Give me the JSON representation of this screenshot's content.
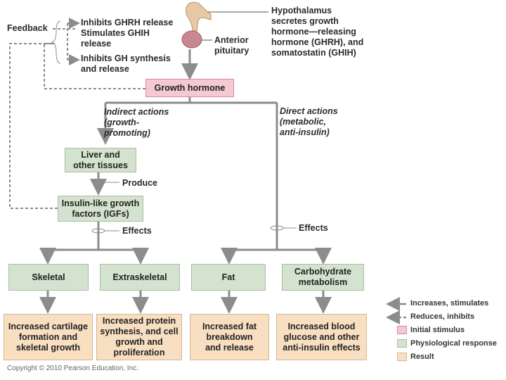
{
  "hypothalamus_text": [
    "Hypothalamus",
    "secretes growth",
    "hormone—releasing",
    "hormone (GHRH), and",
    "somatostatin (GHIH)"
  ],
  "anterior_pituitary": [
    "Anterior",
    "pituitary"
  ],
  "feedback_label": "Feedback",
  "feedback_effects": [
    "Inhibits GHRH release",
    "Stimulates GHIH",
    "release",
    "Inhibits GH synthesis",
    "and release"
  ],
  "growth_hormone": "Growth hormone",
  "indirect_actions": [
    "Indirect actions",
    "(growth-",
    "promoting)"
  ],
  "direct_actions": [
    "Direct actions",
    "(metabolic,",
    "anti-insulin)"
  ],
  "liver": [
    "Liver and",
    "other tissues"
  ],
  "produce_label": "Produce",
  "igf": [
    "Insulin-like growth",
    "factors (IGFs)"
  ],
  "effects_left": "Effects",
  "effects_right": "Effects",
  "targets": [
    "Skeletal",
    "Extraskeletal",
    "Fat",
    "Carbohydrate metabolism"
  ],
  "results": [
    "Increased cartilage formation and skeletal growth",
    "Increased protein synthesis, and cell growth and proliferation",
    "Increased fat breakdown and release",
    "Increased blood glucose and other anti-insulin effects"
  ],
  "legend": {
    "increases": "Increases, stimulates",
    "reduces": "Reduces, inhibits",
    "initial": "Initial stimulus",
    "physio": "Physiological response",
    "result": "Result"
  },
  "colors": {
    "initial": "#f4c9d2",
    "physio": "#d3e3cf",
    "result": "#f8dfc2",
    "arrow": "#8c8c8c"
  },
  "copyright": "Copyright © 2010 Pearson Education, Inc."
}
